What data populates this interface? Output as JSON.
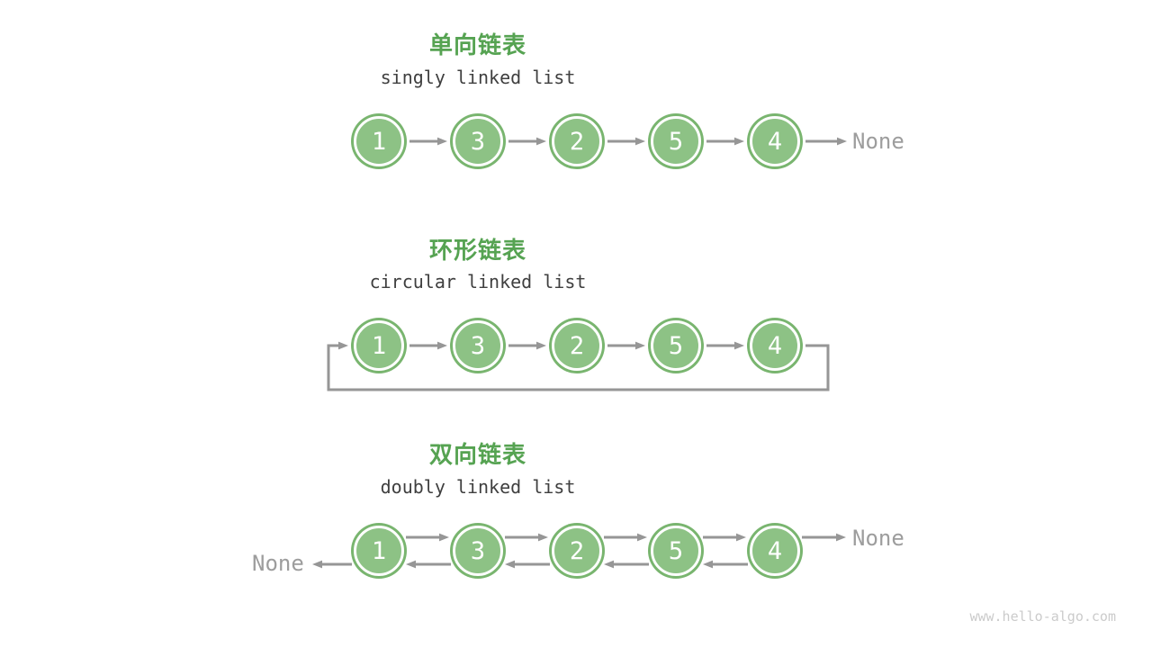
{
  "colors": {
    "node_fill": "#8DC285",
    "node_ring": "#79B56F",
    "title_green": "#56A352",
    "subtitle_text": "#3F3F3F",
    "arrow_gray": "#969696",
    "none_text": "#9D9D9D",
    "watermark_text": "#CBCBCB"
  },
  "sections": [
    {
      "title": "单向链表",
      "subtitle": "singly linked list",
      "nodes": [
        "1",
        "3",
        "2",
        "5",
        "4"
      ],
      "tail_label": "None"
    },
    {
      "title": "环形链表",
      "subtitle": "circular linked list",
      "nodes": [
        "1",
        "3",
        "2",
        "5",
        "4"
      ]
    },
    {
      "title": "双向链表",
      "subtitle": "doubly linked list",
      "nodes": [
        "1",
        "3",
        "2",
        "5",
        "4"
      ],
      "head_label": "None",
      "tail_label": "None"
    }
  ],
  "watermark": "www.hello-algo.com"
}
